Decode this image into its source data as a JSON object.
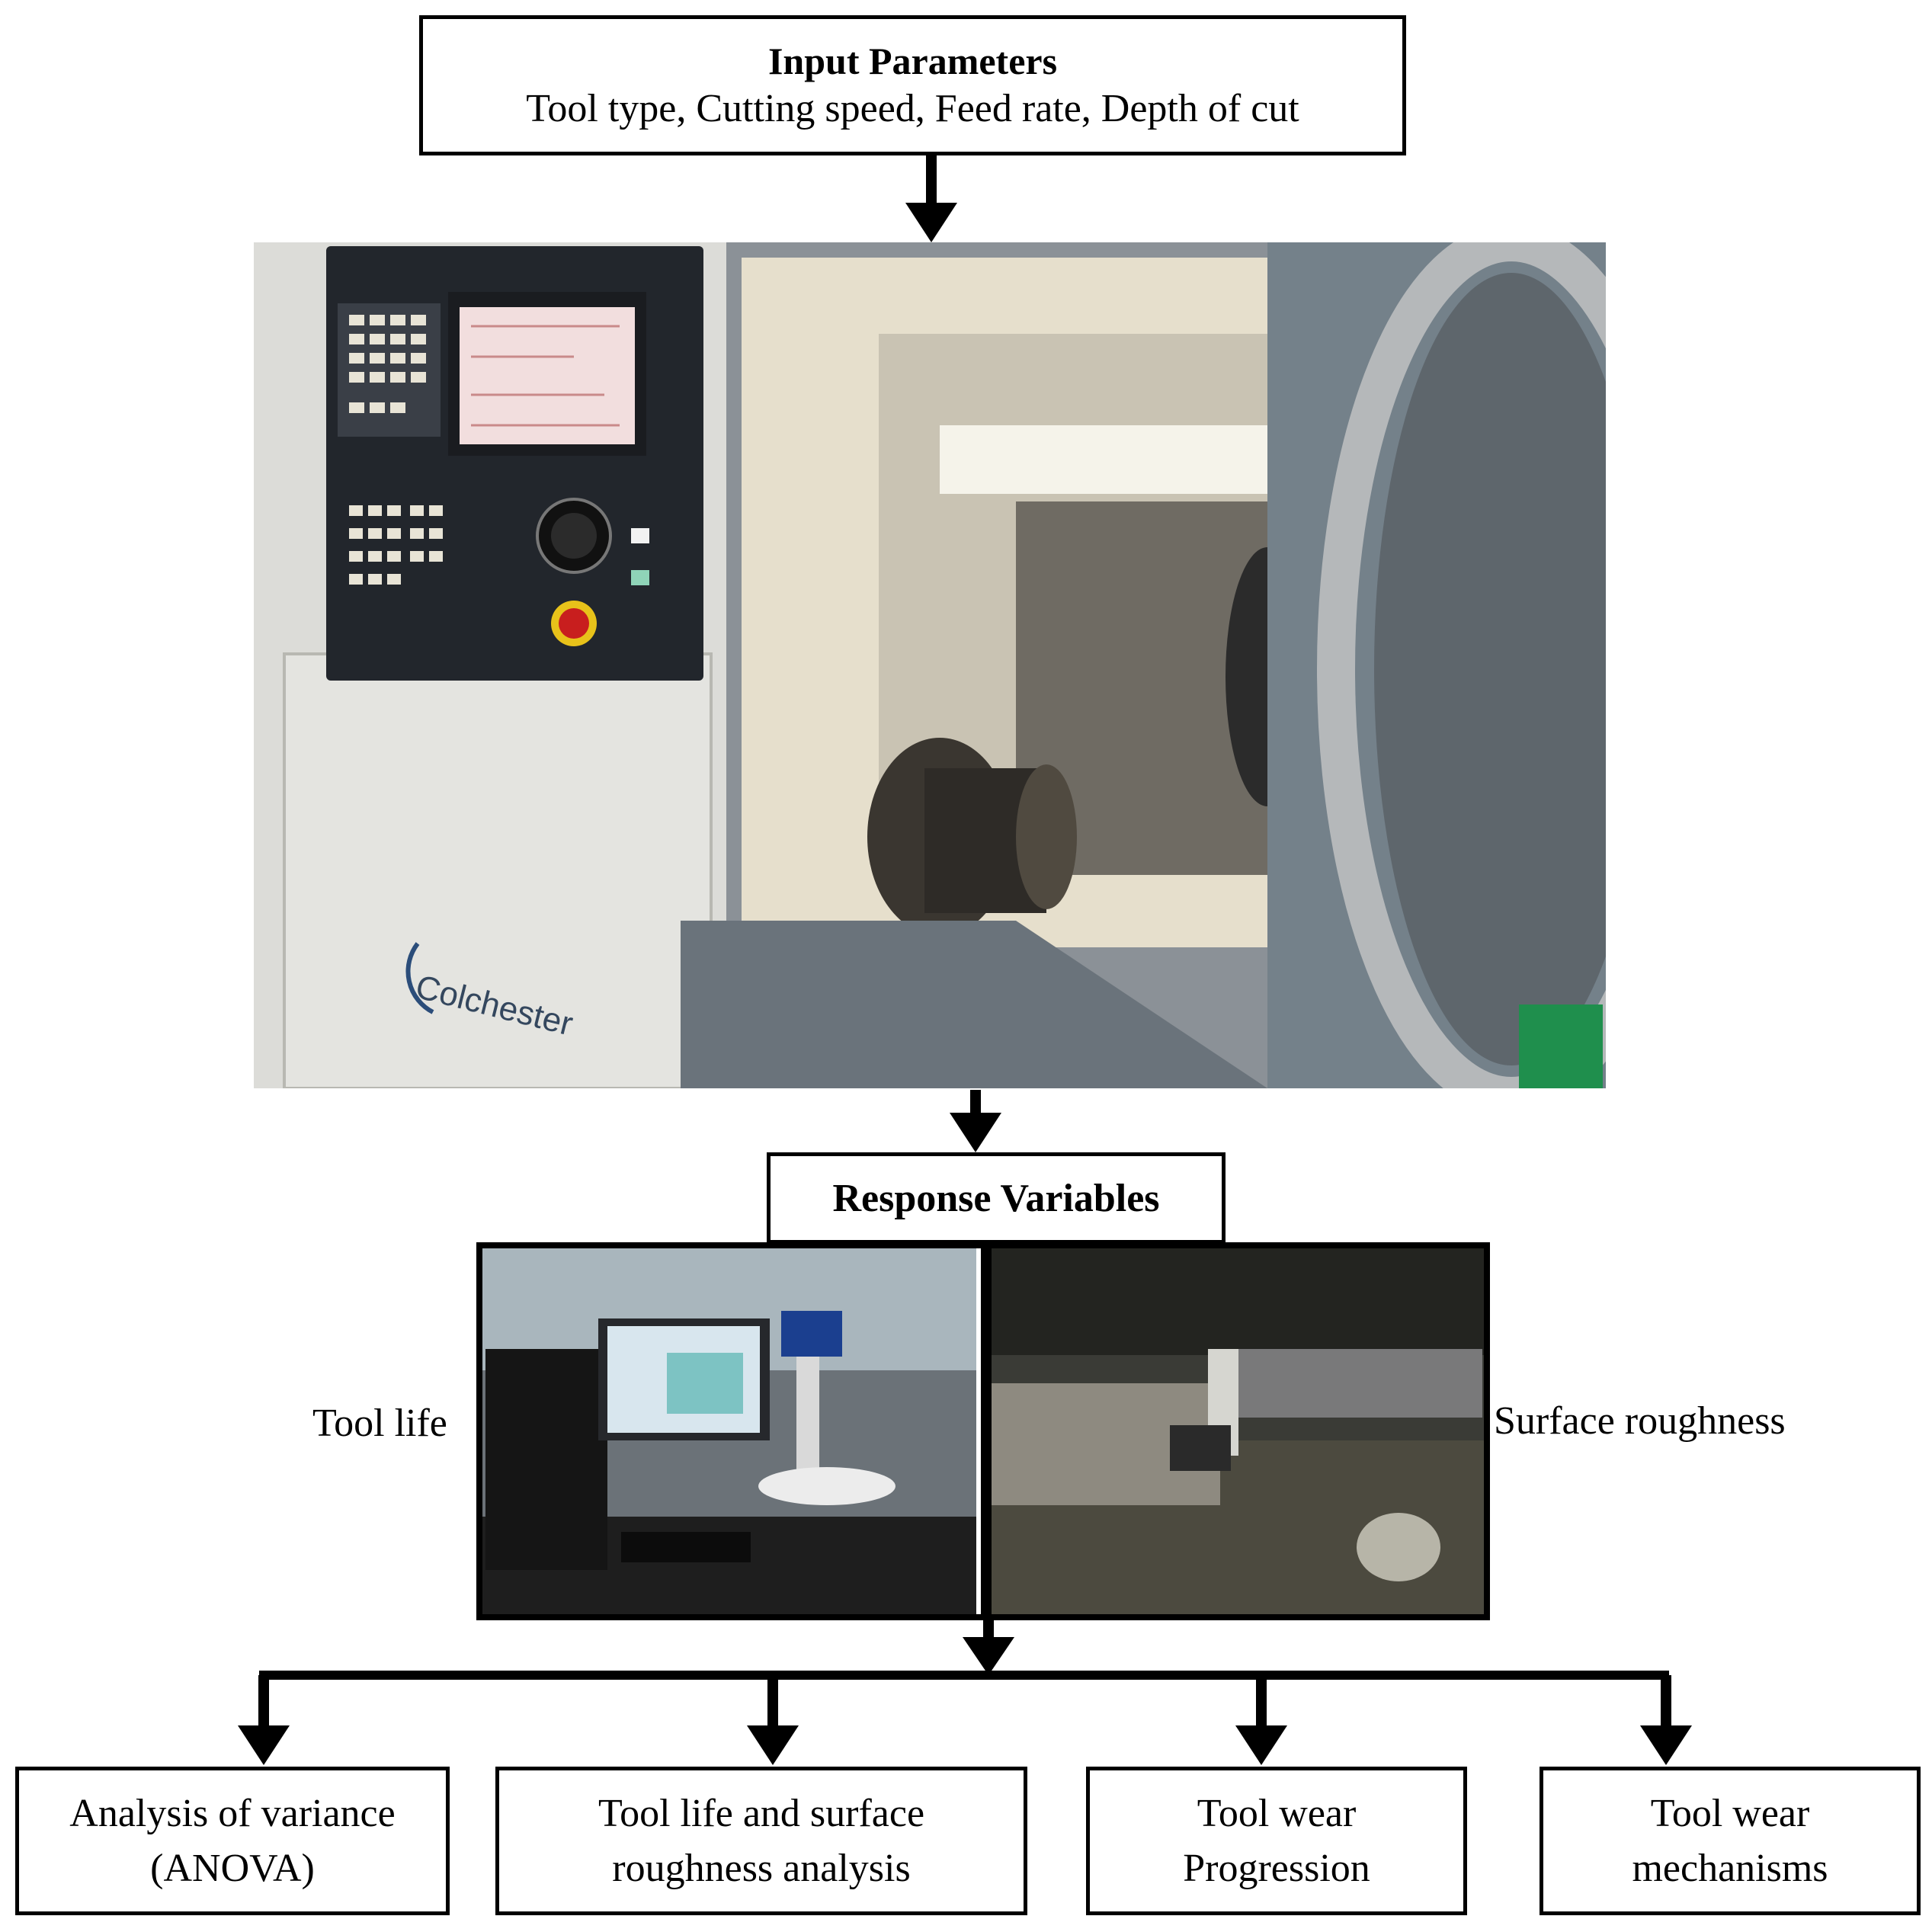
{
  "input_parameters": {
    "title": "Input Parameters",
    "items": "Tool type, Cutting speed, Feed rate, Depth of cut"
  },
  "machine_photo": {
    "brand_text": "Colchester"
  },
  "response_variables": {
    "title": "Response Variables",
    "left_label": "Tool life",
    "right_label": "Surface roughness"
  },
  "outputs": [
    {
      "line1": "Analysis of variance",
      "line2": "(ANOVA)"
    },
    {
      "line1": "Tool life and surface",
      "line2": "roughness analysis"
    },
    {
      "line1": "Tool wear",
      "line2": "Progression"
    },
    {
      "line1": "Tool wear",
      "line2": "mechanisms"
    }
  ],
  "colors": {
    "line": "#000000",
    "machine_light": "#d9d9d6",
    "machine_dark": "#5f6a70",
    "panel": "#1f2228",
    "interior": "#e8e2cf"
  }
}
